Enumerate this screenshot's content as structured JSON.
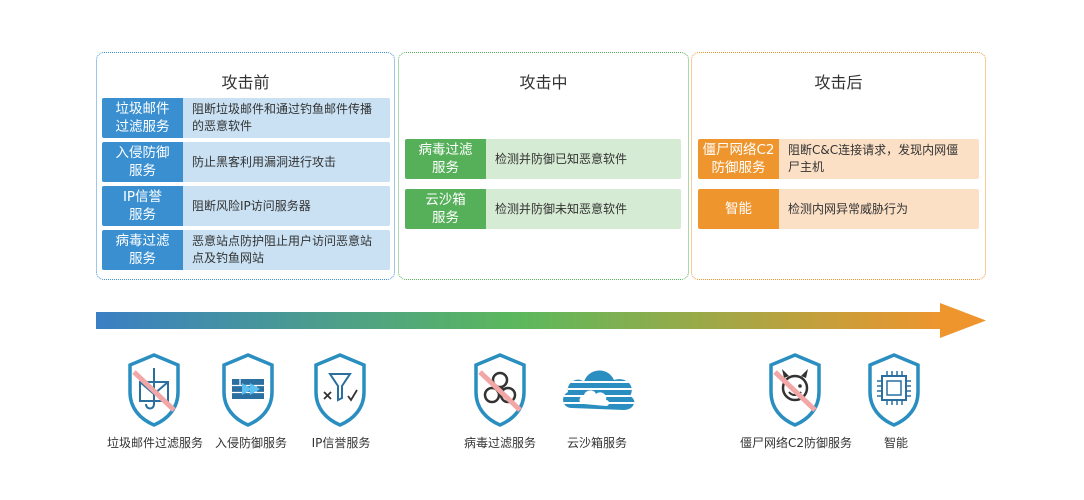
{
  "phases": [
    {
      "title": "攻击前",
      "color": "#3a8fd0",
      "rows": [
        {
          "tag": "垃圾邮件\n过滤服务",
          "desc": "阻断垃圾邮件和通过钓鱼邮件传播的恶意软件"
        },
        {
          "tag": "入侵防御\n服务",
          "desc": "防止黑客利用漏洞进行攻击"
        },
        {
          "tag": "IP信誉\n服务",
          "desc": "阻断风险IP访问服务器"
        },
        {
          "tag": "病毒过滤\n服务",
          "desc": "恶意站点防护阻止用户访问恶意站点及钓鱼网站"
        }
      ]
    },
    {
      "title": "攻击中",
      "color": "#56b05a",
      "rows": [
        {
          "tag": "病毒过滤\n服务",
          "desc": "检测并防御已知恶意软件"
        },
        {
          "tag": "云沙箱\n服务",
          "desc": "检测并防御未知恶意软件"
        }
      ]
    },
    {
      "title": "攻击后",
      "color": "#ef952e",
      "rows": [
        {
          "tag": "僵尸网络C2\n防御服务",
          "desc": "阻断C&C连接请求，发现内网僵尸主机"
        },
        {
          "tag": "智能",
          "desc": "检测内网异常威胁行为"
        }
      ]
    }
  ],
  "arrow": {
    "colors": [
      "#3a7fc4",
      "#5cb85c",
      "#ef952e"
    ]
  },
  "services": [
    {
      "label": "垃圾邮件过滤服务",
      "icon": "spam-filter-shield-icon"
    },
    {
      "label": "入侵防御服务",
      "icon": "firewall-shield-icon"
    },
    {
      "label": "IP信誉服务",
      "icon": "ip-reputation-shield-icon"
    },
    {
      "label": "病毒过滤服务",
      "icon": "biohazard-shield-icon"
    },
    {
      "label": "云沙箱服务",
      "icon": "cloud-sandbox-icon"
    },
    {
      "label": "僵尸网络C2防御服务",
      "icon": "botnet-devil-shield-icon"
    },
    {
      "label": "智能",
      "icon": "chip-shield-icon"
    }
  ]
}
